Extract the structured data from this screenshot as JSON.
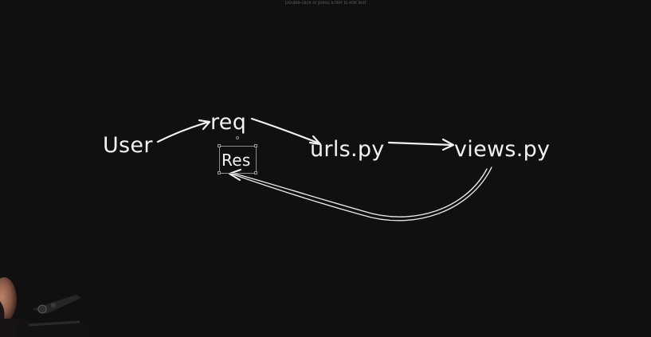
{
  "canvas": {
    "background": "#101010",
    "stroke_color": "#f2f2f2",
    "hint_text": "Double-click or press Enter to edit text",
    "hint_sub_text": ""
  },
  "diagram": {
    "nodes": {
      "user": "User",
      "req": "req",
      "urls": "urls.py",
      "views": "views.py",
      "res": "Res"
    },
    "edges": [
      {
        "from": "User",
        "to": "req"
      },
      {
        "from": "req",
        "to": "urls.py"
      },
      {
        "from": "urls.py",
        "to": "views.py"
      },
      {
        "from": "views.py",
        "to": "Res"
      }
    ],
    "selected_node": "Res"
  },
  "webcam": {
    "icon": "camera-icon"
  }
}
